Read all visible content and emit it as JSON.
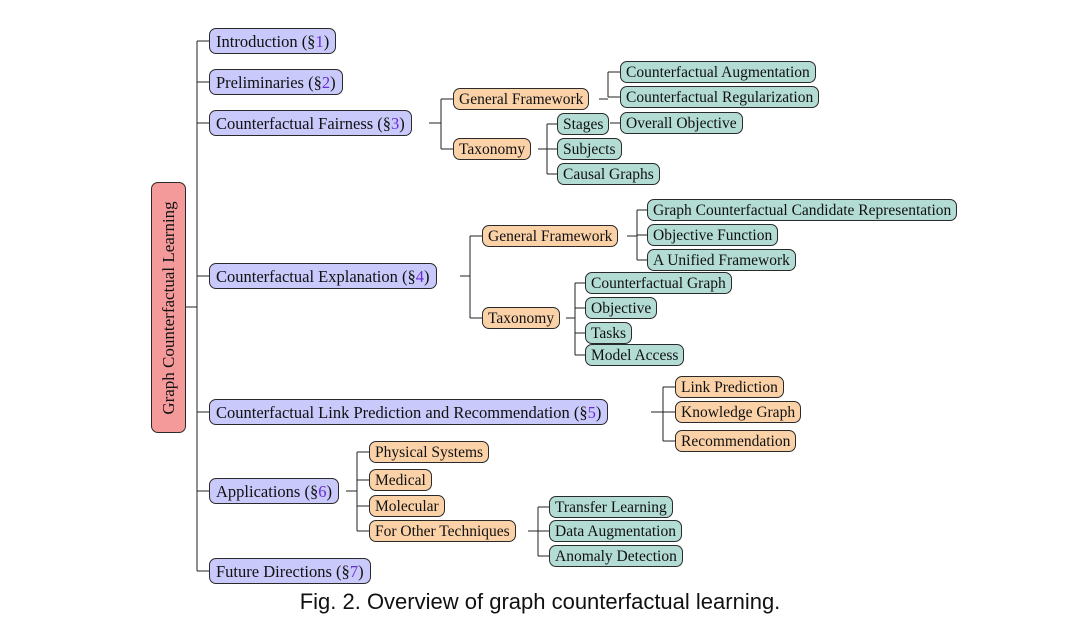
{
  "root": "Graph Counterfactual Learning",
  "sections": [
    {
      "label": "Introduction (§",
      "num": "1",
      "close": ")"
    },
    {
      "label": "Preliminaries (§",
      "num": "2",
      "close": ")"
    },
    {
      "label": "Counterfactual Fairness (§",
      "num": "3",
      "close": ")"
    },
    {
      "label": "Counterfactual Explanation (§",
      "num": "4",
      "close": ")"
    },
    {
      "label": "Counterfactual Link Prediction and Recommendation (§",
      "num": "5",
      "close": ")"
    },
    {
      "label": "Applications (§",
      "num": "6",
      "close": ")"
    },
    {
      "label": "Future Directions (§",
      "num": "7",
      "close": ")"
    }
  ],
  "fairness": {
    "general_framework": "General Framework",
    "gf_items": [
      "Counterfactual Augmentation",
      "Counterfactual Regularization"
    ],
    "taxonomy": "Taxonomy",
    "tax_items": [
      "Stages",
      "Subjects",
      "Causal Graphs"
    ],
    "stages_child": "Overall Objective"
  },
  "explanation": {
    "general_framework": "General Framework",
    "gf_items": [
      "Graph Counterfactual Candidate Representation",
      "Objective Function",
      "A Unified Framework"
    ],
    "taxonomy": "Taxonomy",
    "tax_items": [
      "Counterfactual Graph",
      "Objective",
      "Tasks",
      "Model Access"
    ]
  },
  "link_prediction": {
    "items": [
      "Link Prediction",
      "Knowledge Graph",
      "Recommendation"
    ]
  },
  "applications": {
    "items": [
      "Physical Systems",
      "Medical",
      "Molecular",
      "For Other Techniques"
    ],
    "other_items": [
      "Transfer Learning",
      "Data Augmentation",
      "Anomaly Detection"
    ]
  },
  "caption": "Fig. 2.  Overview of graph counterfactual learning."
}
